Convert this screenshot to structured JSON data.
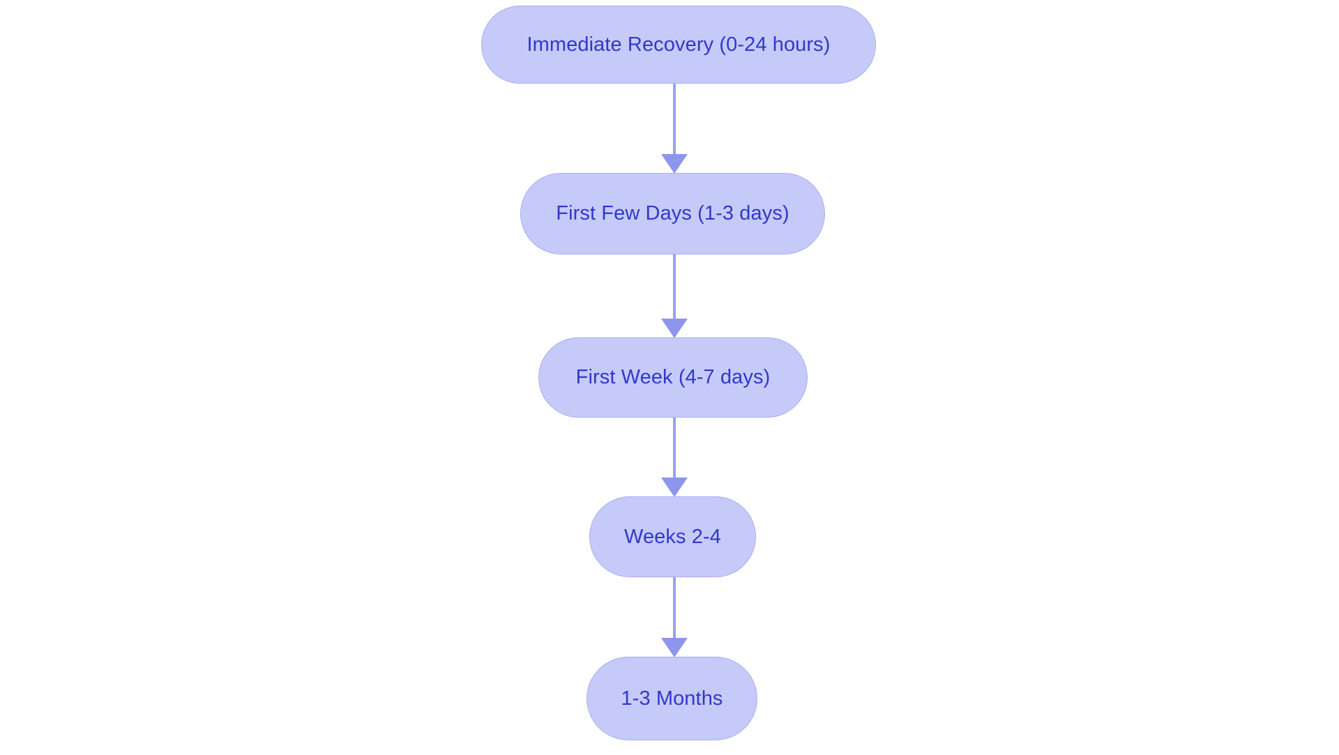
{
  "chart_data": {
    "type": "diagram",
    "diagram_type": "flowchart",
    "orientation": "vertical-top-to-bottom",
    "title": "",
    "nodes": [
      {
        "id": "n0",
        "label": "Immediate Recovery (0-24 hours)",
        "shape": "stadium"
      },
      {
        "id": "n1",
        "label": "First Few Days (1-3 days)",
        "shape": "stadium"
      },
      {
        "id": "n2",
        "label": "First Week (4-7 days)",
        "shape": "stadium"
      },
      {
        "id": "n3",
        "label": "Weeks 2-4",
        "shape": "stadium"
      },
      {
        "id": "n4",
        "label": "1-3 Months",
        "shape": "stadium"
      }
    ],
    "edges": [
      {
        "from": "n0",
        "to": "n1",
        "label": "",
        "style": "solid-arrow"
      },
      {
        "from": "n1",
        "to": "n2",
        "label": "",
        "style": "solid-arrow"
      },
      {
        "from": "n2",
        "to": "n3",
        "label": "",
        "style": "solid-arrow"
      },
      {
        "from": "n3",
        "to": "n4",
        "label": "",
        "style": "solid-arrow"
      }
    ],
    "legend": [],
    "annotations": []
  },
  "colors": {
    "background": "#FFFFFF",
    "node_fill": "#C6CAF8",
    "node_border": "#A9AEF0",
    "node_text": "#3038CC",
    "edge_line": "#9AA2EE",
    "edge_arrowhead": "#8D96EC"
  }
}
